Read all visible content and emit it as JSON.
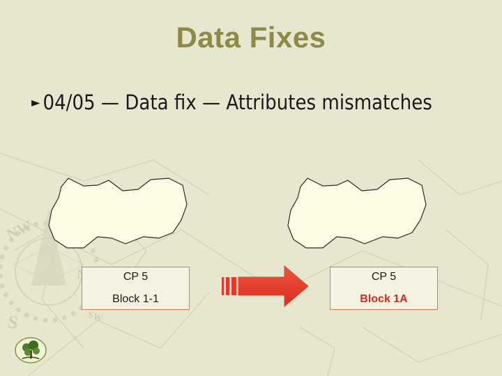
{
  "slide": {
    "title": "Data Fixes",
    "bullet": {
      "marker": "►",
      "text": "04/05 — Data fix — Attributes mismatches"
    }
  },
  "before": {
    "line1": "CP 5",
    "line2": "Block 1-1"
  },
  "after": {
    "line1": "CP 5",
    "line2": "Block 1A"
  },
  "colors": {
    "background": "#e7e6cf",
    "title": "#8c8a45",
    "arrow": "#e8382a",
    "highlight_text": "#e0261b",
    "box_border": "#d77a5c",
    "polygon_fill": "#fdfbe4"
  },
  "icons": [
    "right-arrow-icon",
    "tree-logo-icon",
    "compass-watermark"
  ]
}
